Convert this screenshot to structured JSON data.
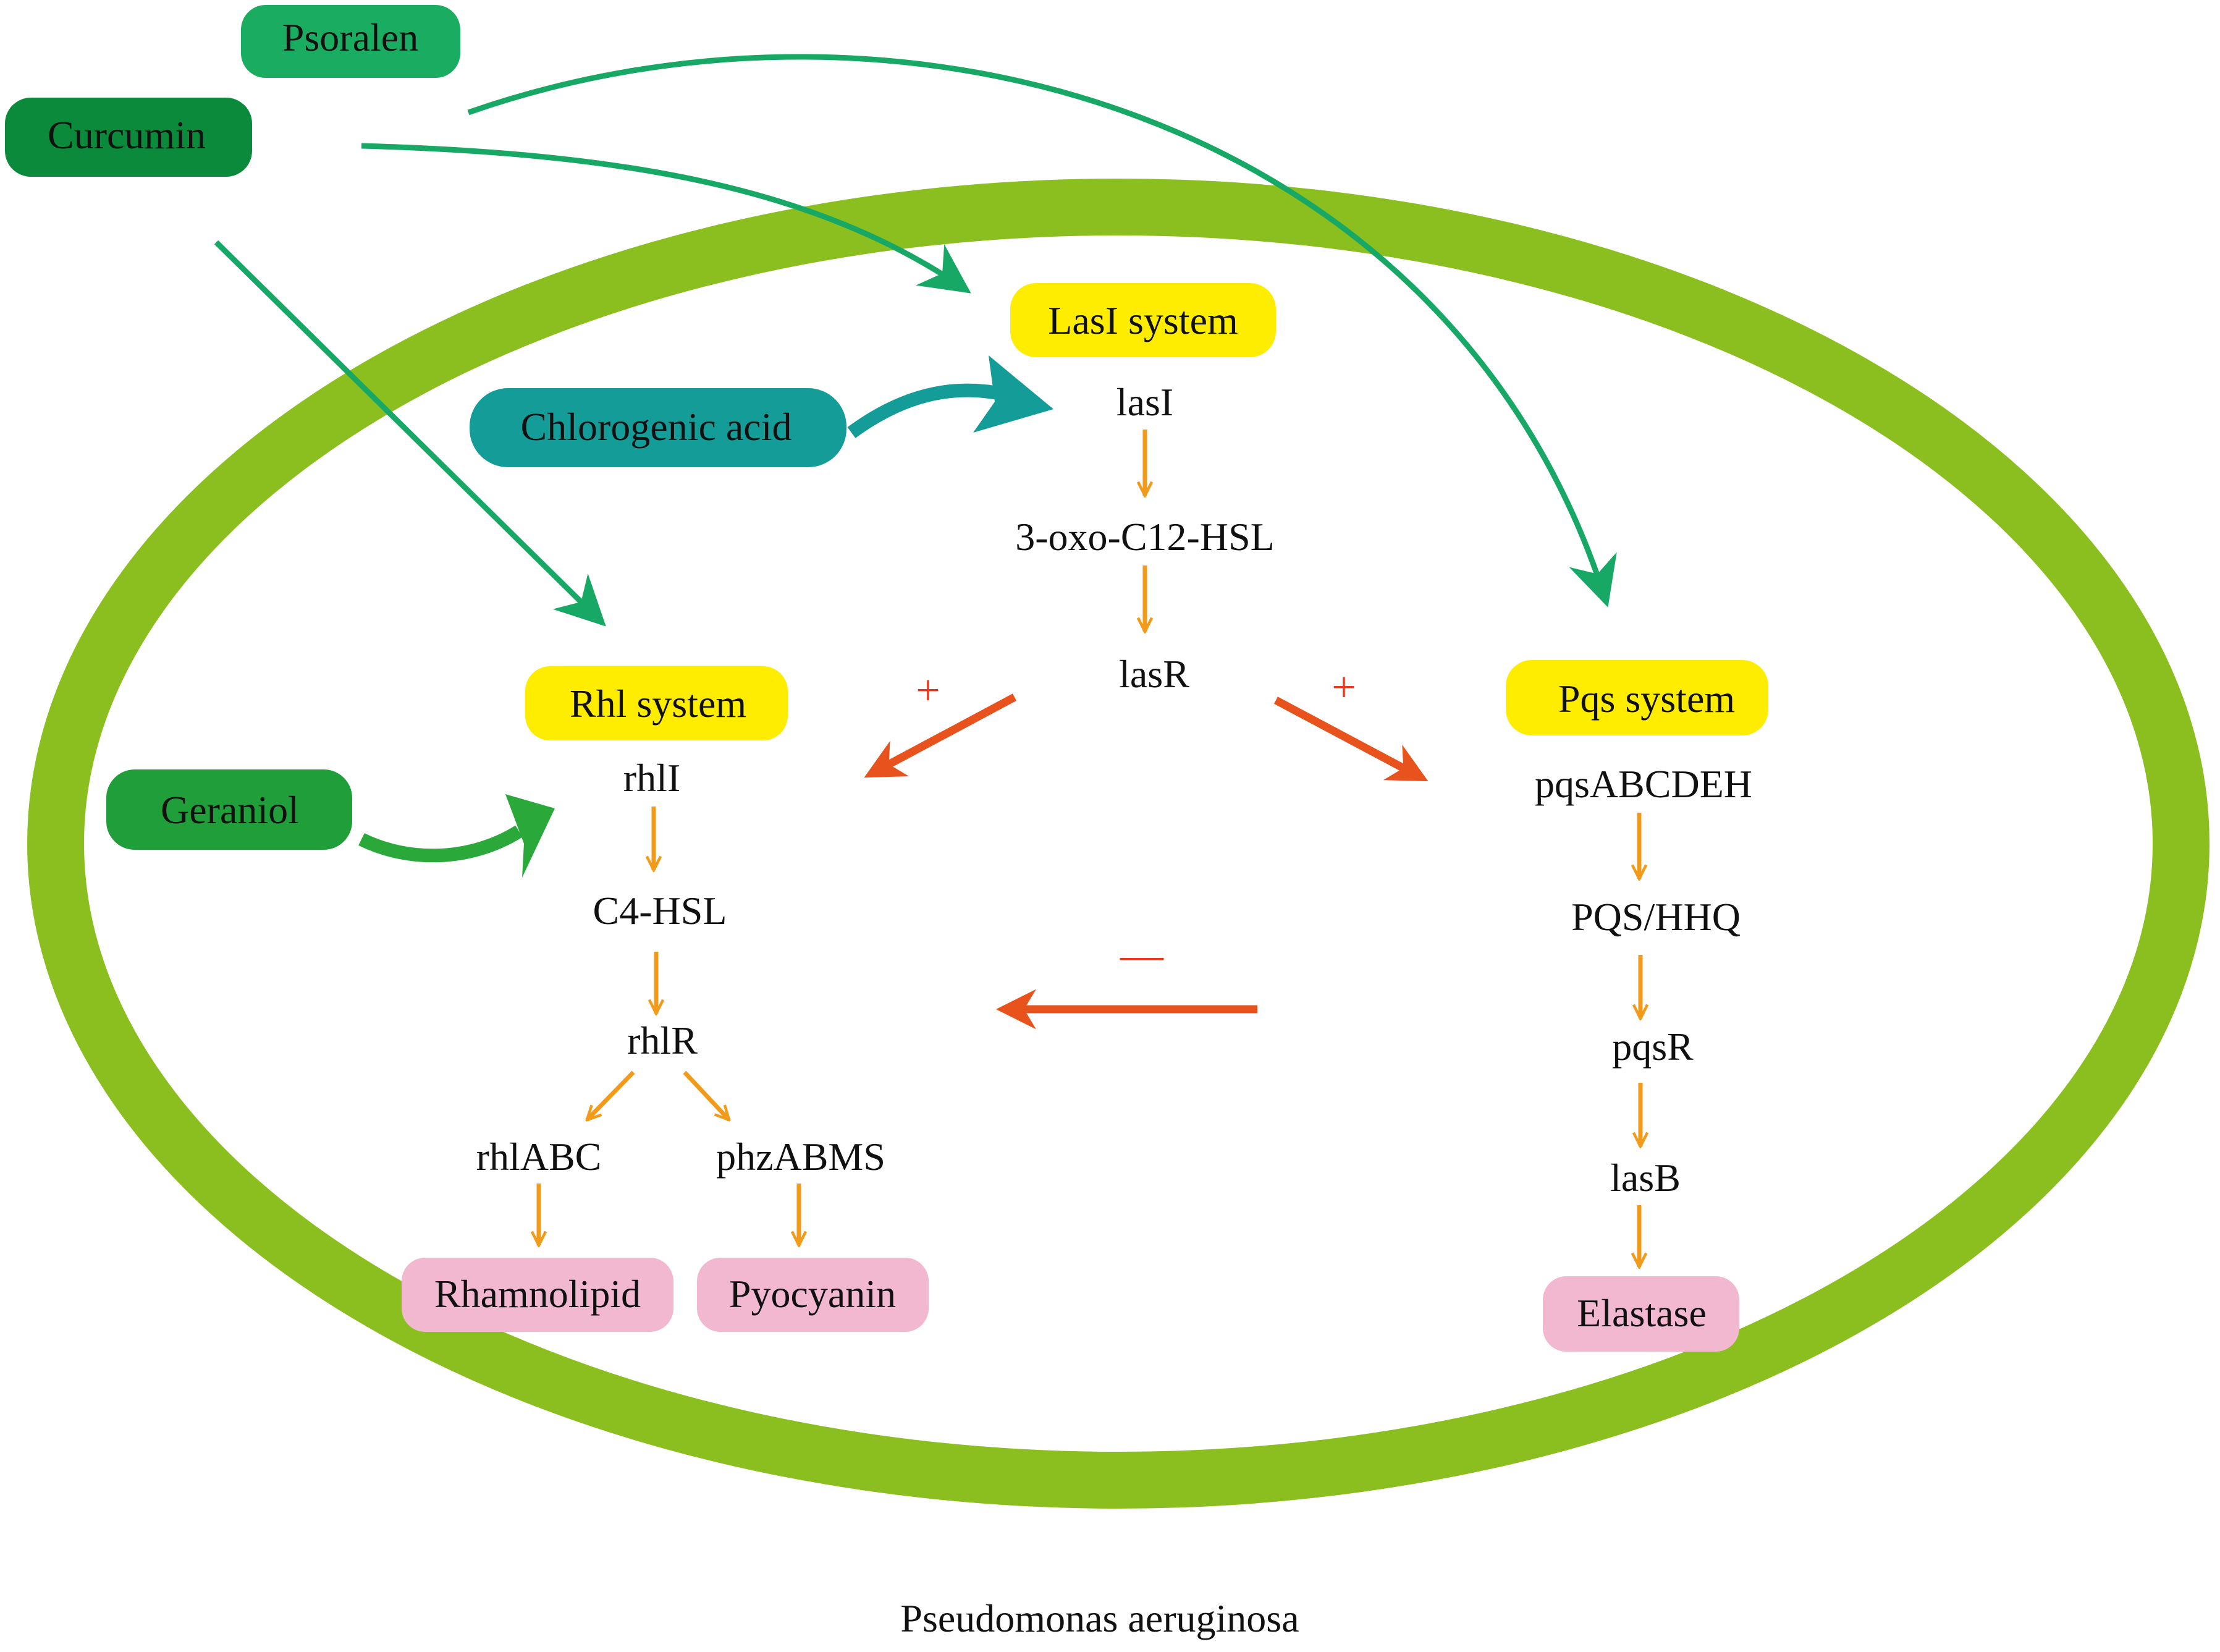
{
  "colors": {
    "membrane": "#8bbf1f",
    "psoralen": "#1aad62",
    "curcumin": "#0a8a3a",
    "chlorogenic": "#139c98",
    "geraniol": "#1f9e3a",
    "system_box": "#ffed00",
    "product_box": "#f2b8d0",
    "pathway_arrow": "#f29a1a",
    "regulation_arrow": "#e8521c",
    "inhibitor_arrow": "#18a865",
    "sign": "#e8381c"
  },
  "inhibitors": {
    "psoralen": "Psoralen",
    "curcumin": "Curcumin",
    "chlorogenic_acid": "Chlorogenic acid",
    "geraniol": "Geraniol"
  },
  "las": {
    "title": "LasI system",
    "steps": [
      "lasI",
      "3-oxo-C12-HSL",
      "lasR"
    ]
  },
  "rhl": {
    "title": "Rhl system",
    "steps": [
      "rhlI",
      "C4-HSL",
      "rhlR"
    ],
    "branch_left": "rhlABC",
    "branch_right": "phzABMS",
    "product_left": "Rhamnolipid",
    "product_right": "Pyocyanin"
  },
  "pqs": {
    "title": "Pqs system",
    "steps": [
      "pqsABCDEH",
      "PQS/HHQ",
      "pqsR",
      "lasB"
    ],
    "product": "Elastase"
  },
  "signs": {
    "las_to_rhl": "+",
    "las_to_pqs": "+",
    "pqs_to_rhl": "—"
  },
  "caption": "Pseudomonas aeruginosa"
}
